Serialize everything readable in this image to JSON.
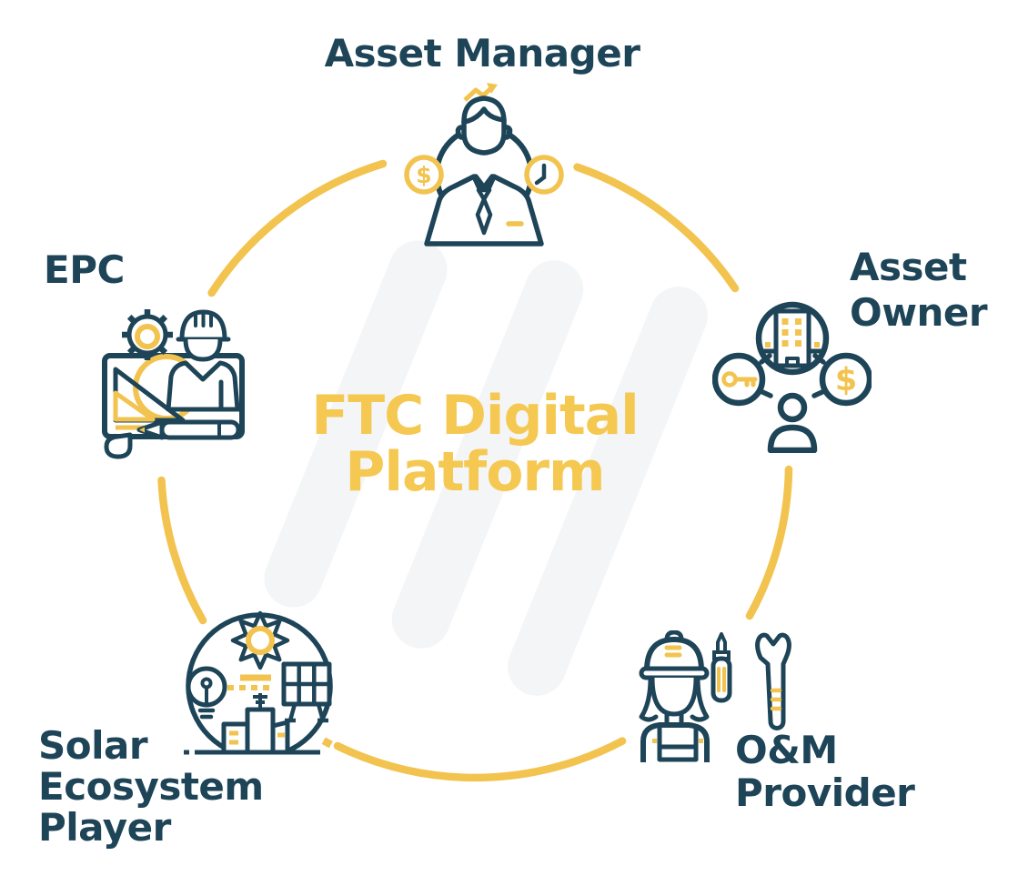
{
  "title": "FTC Digital Platform",
  "center": {
    "line1": "FTC Digital",
    "line2": "Platform"
  },
  "nodes": {
    "asset_manager": {
      "label": "Asset Manager",
      "icon": "asset-manager-businessman-icon"
    },
    "asset_owner": {
      "line1": "Asset",
      "line2": "Owner",
      "icon": "asset-owner-building-key-dollar-icon"
    },
    "om_provider": {
      "line1": "O&M",
      "line2": "Provider",
      "icon": "maintenance-worker-tools-icon"
    },
    "solar_ecosystem_player": {
      "line1": "Solar",
      "line2": "Ecosystem",
      "line3": "Player",
      "icon": "solar-ecosystem-city-icon"
    },
    "epc": {
      "label": "EPC",
      "icon": "epc-blueprint-engineer-icon"
    }
  },
  "glyphs": {
    "dollar": "$"
  },
  "theme": {
    "navy": "#1E4458",
    "accent": "#F2C34E",
    "accent_text": "#F5C851",
    "watermark": "#F4F5F7",
    "background": "#FFFFFF"
  }
}
